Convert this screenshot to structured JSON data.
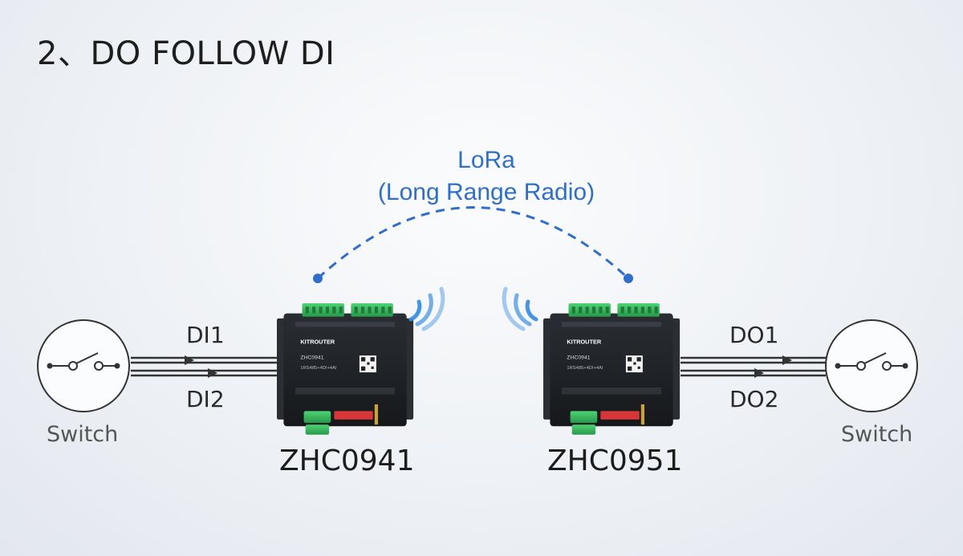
{
  "heading": "2、DO FOLLOW DI",
  "link": {
    "name": "LoRa",
    "subtitle": "(Long Range Radio)"
  },
  "left": {
    "switch_label": "Switch",
    "signal_top": "DI1",
    "signal_bottom": "DI2",
    "device": {
      "model": "ZHC0941",
      "brand": "KITROUTER",
      "panel_model": "ZHC0941",
      "panel_spec": "1RS485+4DI+4AI"
    }
  },
  "right": {
    "switch_label": "Switch",
    "signal_top": "DO1",
    "signal_bottom": "DO2",
    "device": {
      "model": "ZHC0951",
      "brand": "KITROUTER",
      "panel_model": "ZHC0941",
      "panel_spec": "1RS485+4DI+4AI"
    }
  },
  "colors": {
    "accent": "#2f6fc9",
    "terminal_green": "#36b85a",
    "device_body": "#1f2226"
  }
}
